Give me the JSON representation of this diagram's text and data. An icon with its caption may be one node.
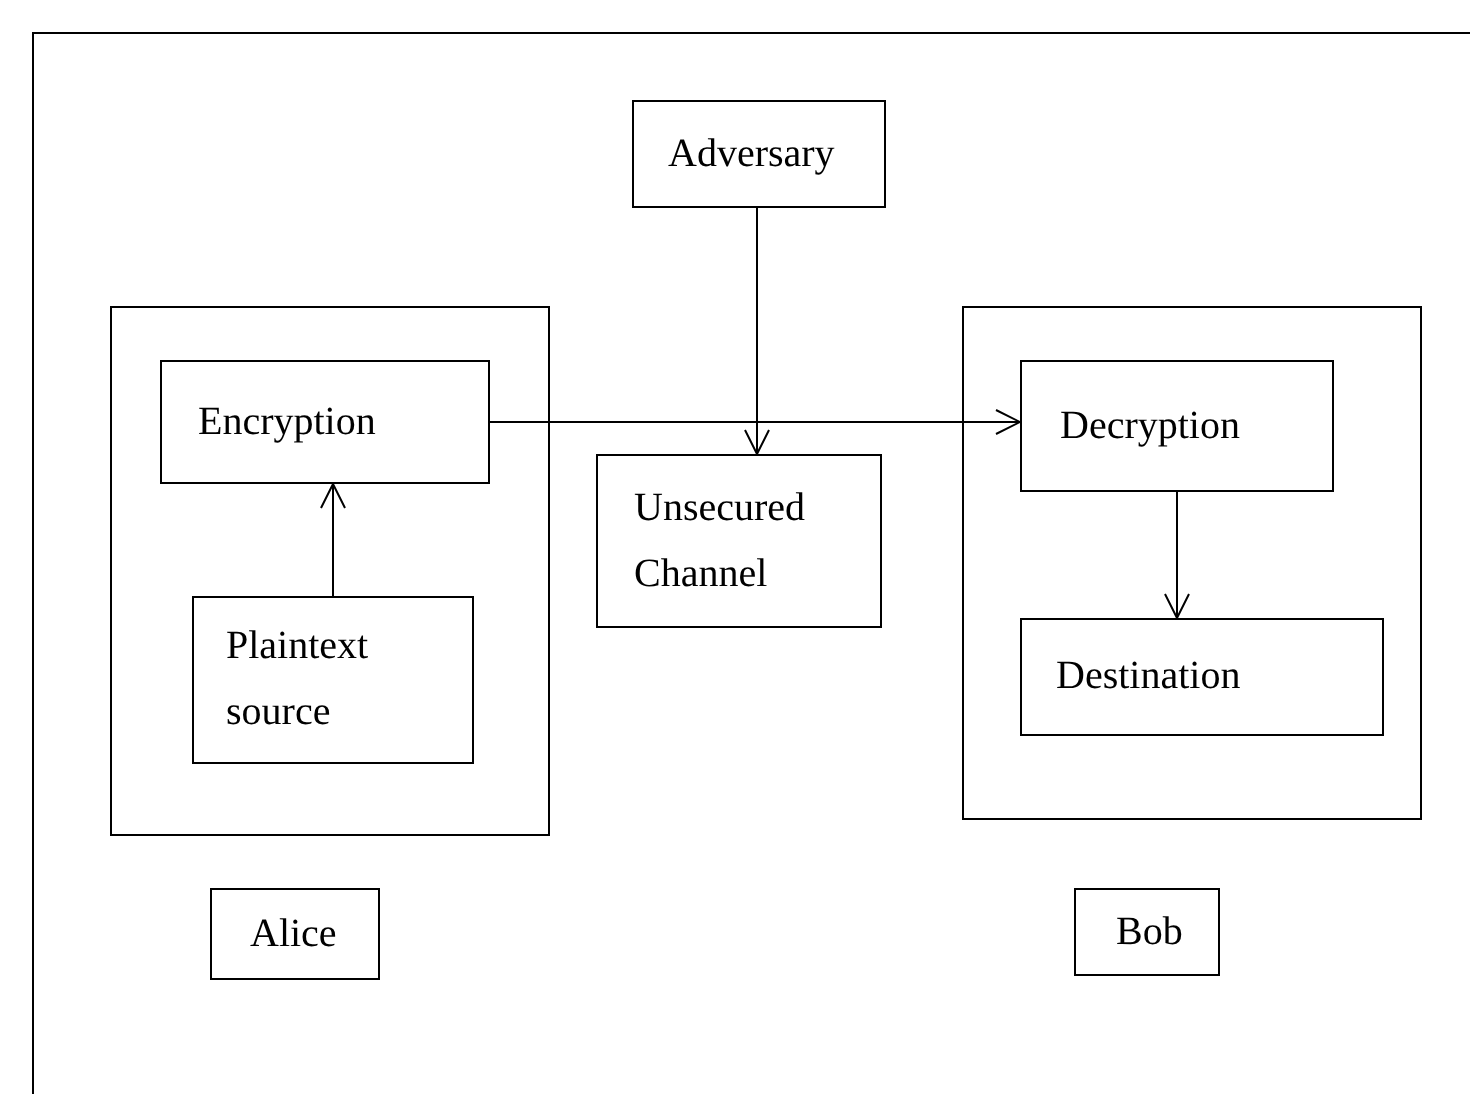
{
  "diagram": {
    "nodes": [
      {
        "text": [
          "Adversary"
        ]
      },
      {
        "text": [],
        "shape": "box"
      },
      {
        "text": [
          "Encryption"
        ],
        "in": 1
      },
      {
        "text": [
          "Plaintext source"
        ],
        "in": 1
      },
      {
        "text": [
          "Unsecured Channel"
        ]
      },
      {
        "text": [],
        "shape": "box"
      },
      {
        "text": [
          "Decryption"
        ],
        "in": 5
      },
      {
        "text": [
          "Destination"
        ],
        "in": 5
      },
      {
        "text": [
          "Alice"
        ]
      },
      {
        "text": [
          "Bob"
        ]
      }
    ],
    "edges": [
      {
        "from": 3,
        "to": 2,
        "arrow": "to"
      },
      {
        "from": 2,
        "to": 6,
        "arrow": "to"
      },
      {
        "from": 0,
        "to": 4,
        "arrow": "to"
      },
      {
        "from": 6,
        "to": 7,
        "arrow": "to"
      }
    ]
  }
}
